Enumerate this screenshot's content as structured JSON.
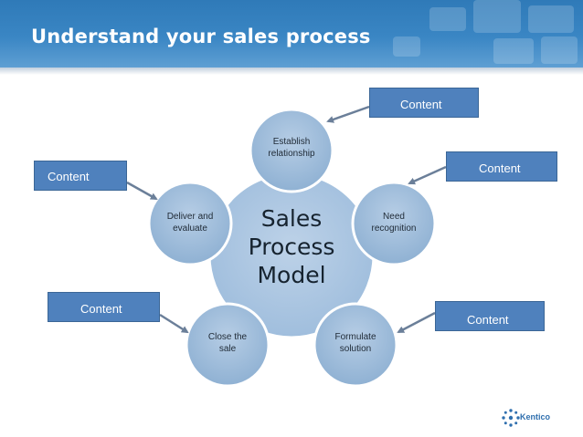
{
  "slide": {
    "title": "Understand your sales process"
  },
  "diagram": {
    "center": [
      "Sales",
      "Process",
      "Model"
    ],
    "nodes": [
      {
        "id": "establish",
        "lines": [
          "Establish",
          "relationship"
        ]
      },
      {
        "id": "need",
        "lines": [
          "Need",
          "recognition"
        ]
      },
      {
        "id": "formulate",
        "lines": [
          "Formulate",
          "solution"
        ]
      },
      {
        "id": "close",
        "lines": [
          "Close the",
          "sale"
        ]
      },
      {
        "id": "deliver",
        "lines": [
          "Deliver and",
          "evaluate"
        ]
      }
    ],
    "callouts": [
      {
        "id": "top",
        "text": "Content"
      },
      {
        "id": "right-upper",
        "text": "Content"
      },
      {
        "id": "left-upper",
        "text": "Content"
      },
      {
        "id": "left-lower",
        "text": "Content"
      },
      {
        "id": "right-lower",
        "text": "Content"
      }
    ]
  },
  "logo": {
    "text": "Kentico"
  },
  "colors": {
    "header": "#3a86c4",
    "node_fill": "#9bbbd9",
    "center_fill": "#abc6e2",
    "callout_fill": "#4f81bd",
    "arrow": "#6b7f99"
  }
}
